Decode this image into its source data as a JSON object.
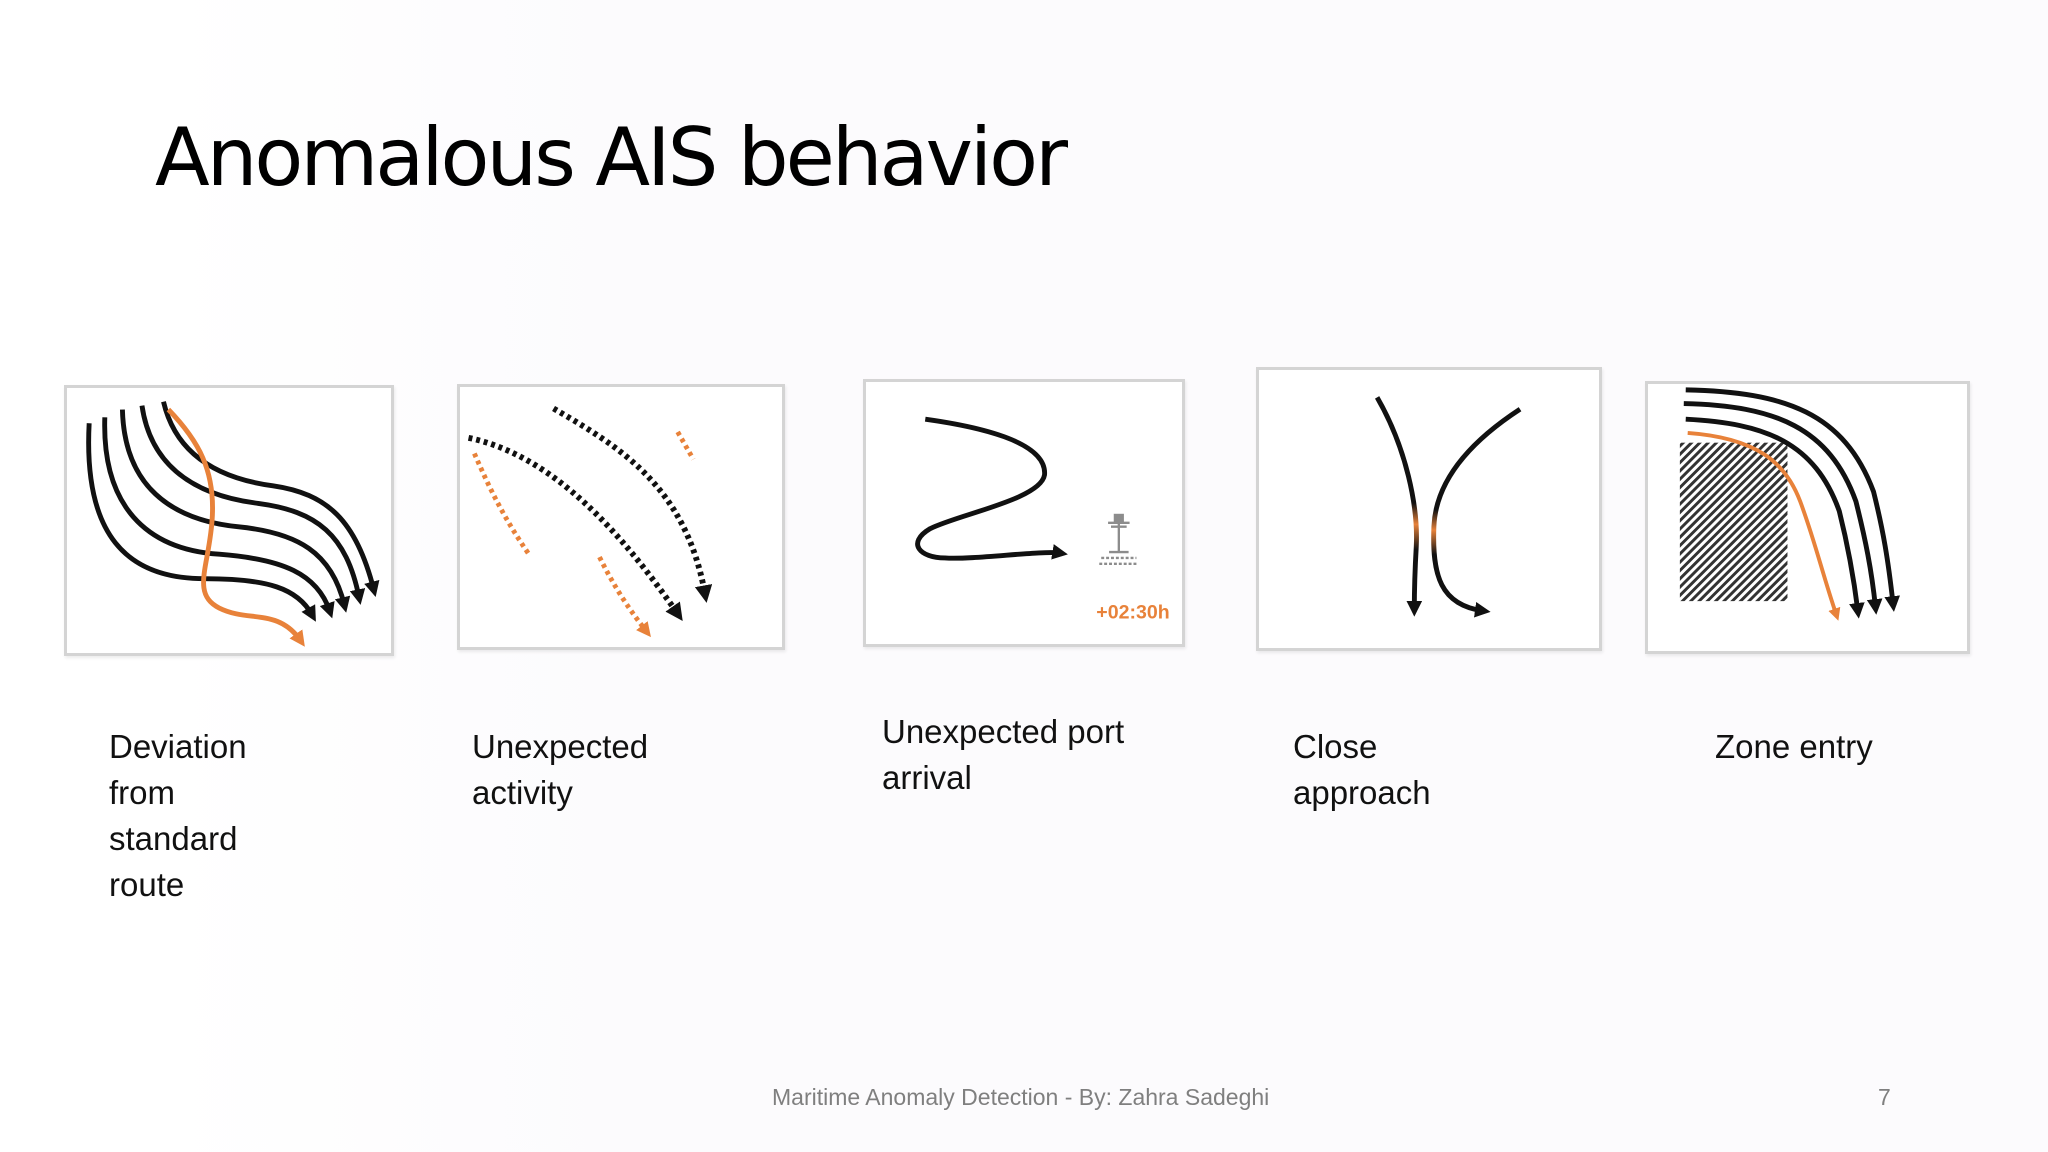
{
  "slide": {
    "title": "Anomalous AIS behavior",
    "footer_text": "Maritime Anomaly Detection - By: Zahra Sadeghi",
    "page_number": "7"
  },
  "colors": {
    "anomaly": "#e8823a",
    "track": "#111111"
  },
  "panels": [
    {
      "id": "deviation",
      "caption": "Deviation from standard route"
    },
    {
      "id": "activity",
      "caption": "Unexpected activity"
    },
    {
      "id": "port",
      "caption": "Unexpected port arrival",
      "delay_label": "+02:30h",
      "icon": "port-tower-icon"
    },
    {
      "id": "approach",
      "caption": "Close approach"
    },
    {
      "id": "zone",
      "caption": "Zone entry"
    }
  ]
}
